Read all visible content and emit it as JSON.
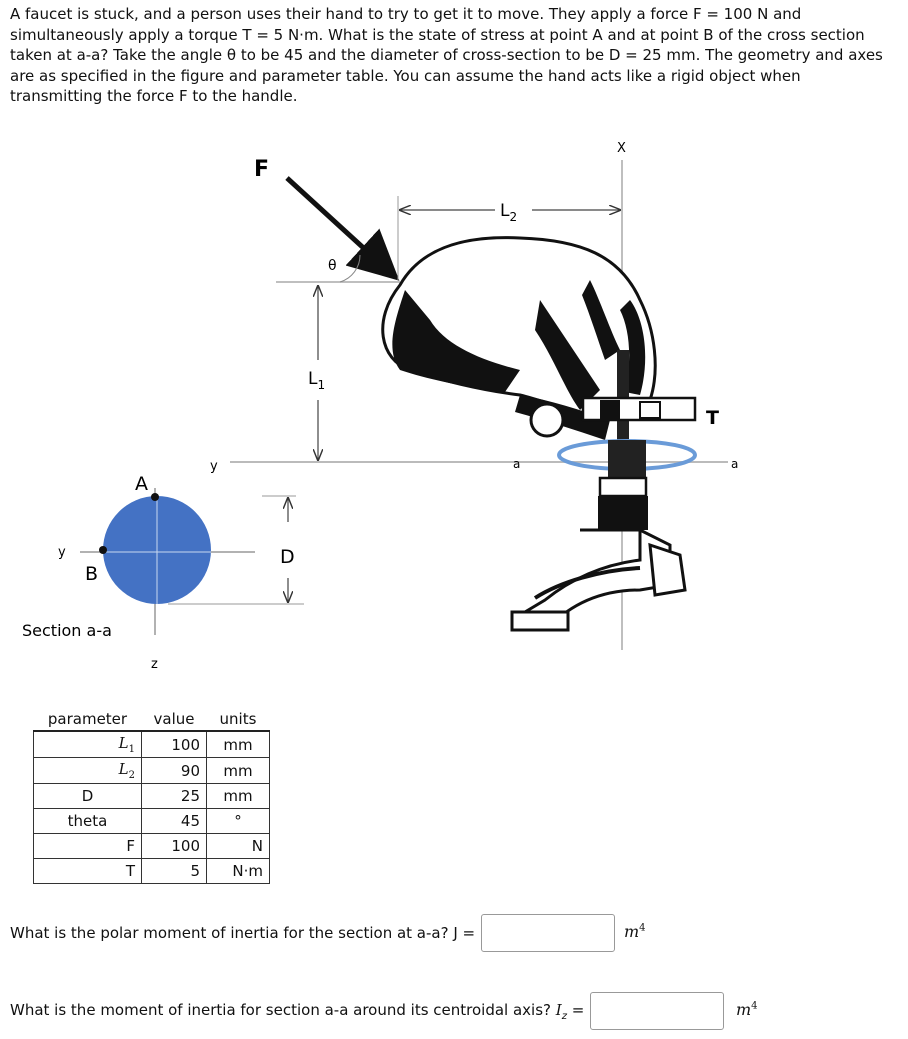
{
  "problem_text": "A faucet is stuck, and a person uses their hand to try to get it to move. They apply a force F = 100 N and simultaneously apply a torque T = 5 N·m. What is the state of stress at point A and at point B of the cross section taken at a-a? Take the angle θ to be 45 and the diameter of cross-section to be D = 25 mm. The geometry and axes are as specified in the figure and parameter table. You can assume the hand acts like a rigid object when transmitting the force F to the handle.",
  "figure": {
    "force_label": "F",
    "theta_label": "θ",
    "L1_label": "L",
    "L1_sub": "1",
    "L2_label": "L",
    "L2_sub": "2",
    "x_label": "X",
    "y_label_top": "y",
    "a_left": "a",
    "a_right": "a",
    "torque_label": "T",
    "D_label": "D",
    "point_A": "A",
    "point_B": "B",
    "section_y": "y",
    "section_z": "z",
    "section_caption": "Section a-a"
  },
  "table": {
    "headers": [
      "parameter",
      "value",
      "units"
    ],
    "rows": [
      {
        "param": "L1",
        "value": "100",
        "unit": "mm"
      },
      {
        "param": "L2",
        "value": "90",
        "unit": "mm"
      },
      {
        "param": "D",
        "value": "25",
        "unit": "mm"
      },
      {
        "param": "theta",
        "value": "45",
        "unit": "°"
      },
      {
        "param": "F",
        "value": "100",
        "unit": "N"
      },
      {
        "param": "T",
        "value": "5",
        "unit": "N·m"
      }
    ]
  },
  "questions": {
    "q1_text": "What is the polar moment of inertia for the section at a-a? J =",
    "q1_unit": "m",
    "q1_exp": "4",
    "q2_text_pre": "What is the moment of inertia for section a-a around its centroidal axis?",
    "q2_var": "I",
    "q2_sub": "z",
    "q2_eq": "=",
    "q2_unit": "m",
    "q2_exp": "4"
  },
  "colors": {
    "section_fill": "#4472C4",
    "ring": "#6a9bd8"
  }
}
